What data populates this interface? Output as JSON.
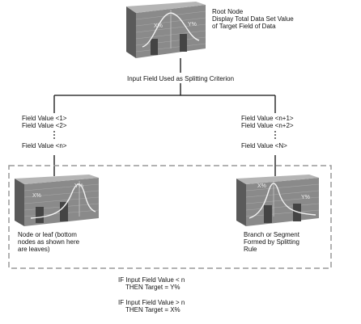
{
  "root": {
    "label_1": "Root Node",
    "label_2": "Display Total Data Set Value",
    "label_3": "of Target Field of Data",
    "curve_x": "X%",
    "curve_y": "Y%"
  },
  "split_criterion": "Input Field Used as Splitting Criterion",
  "left_branch": {
    "v1": "Field Value <1>",
    "v2": "Field Value <2>",
    "vn": "Field Value <n>",
    "node_label_1": "Node or leaf (bottom",
    "node_label_2": "nodes as shown here",
    "node_label_3": "are leaves)",
    "curve_x": "X%",
    "curve_y": "Y%"
  },
  "right_branch": {
    "v1": "Field Value <n+1>",
    "v2": "Field Value <n+2>",
    "vn": "Field Value <N>",
    "node_label_1": "Branch or Segment",
    "node_label_2": "Formed by Splitting",
    "node_label_3": "Rule",
    "curve_x": "X%",
    "curve_y": "Y%"
  },
  "rules": {
    "r1_line1": "IF  Input Field Value < n",
    "r1_line2": "THEN Target = Y%",
    "r2_line1": "IF  Input Field Value > n",
    "r2_line2": "THEN Target = X%"
  }
}
